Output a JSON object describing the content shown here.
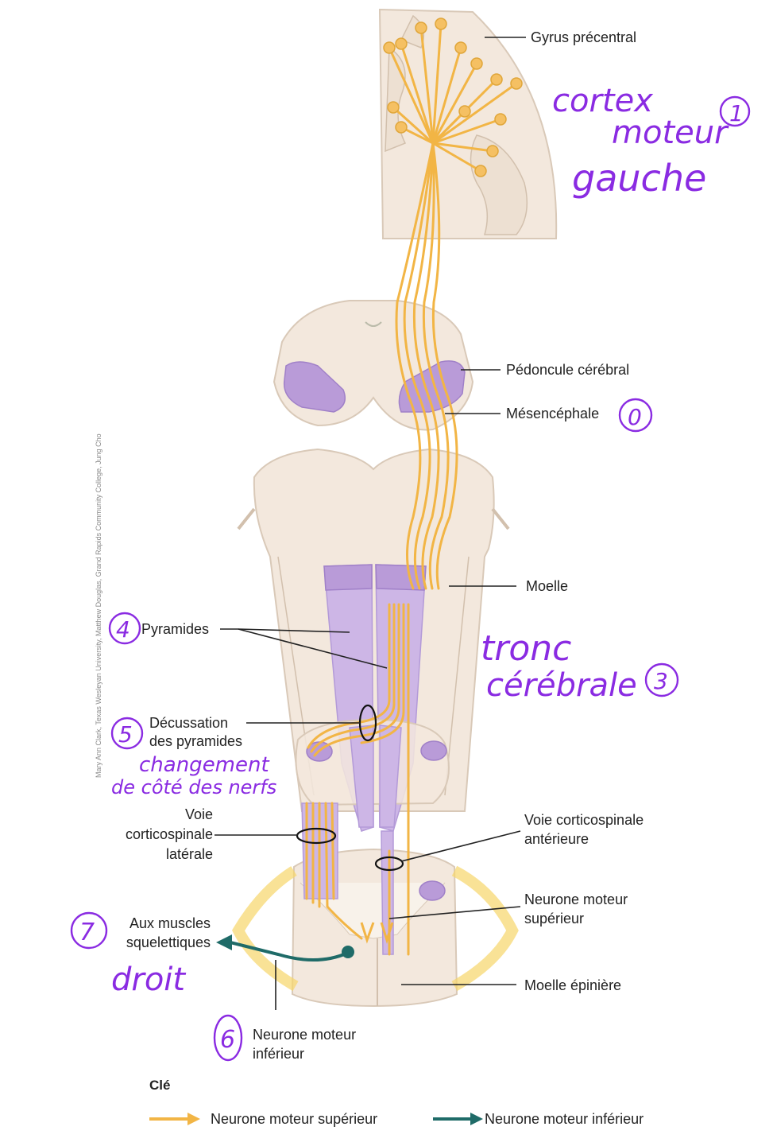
{
  "labels": {
    "gyrus": "Gyrus précentral",
    "pedoncule": "Pédoncule cérébral",
    "mesencephale": "Mésencéphale",
    "moelle": "Moelle",
    "pyramides": "Pyramides",
    "decussation_1": "Décussation",
    "decussation_2": "des pyramides",
    "voie_laterale_1": "Voie",
    "voie_laterale_2": "corticospinale",
    "voie_laterale_3": "latérale",
    "voie_anterieure_1": "Voie corticospinale",
    "voie_anterieure_2": "antérieure",
    "neurone_sup_1": "Neurone moteur",
    "neurone_sup_2": "supérieur",
    "muscles_1": "Aux muscles",
    "muscles_2": "squelettiques",
    "moelle_epiniere": "Moelle épinière",
    "neurone_inf_1": "Neurone moteur",
    "neurone_inf_2": "inférieur",
    "credit": "Mary Ann Clark, Texas Wesleyan University, Matthew Douglas, Grand Rapids Community College, Jung Cho"
  },
  "annotations": {
    "cortex_1": "cortex",
    "cortex_2": "moteur",
    "cortex_3": "gauche",
    "num_1": "1",
    "num_0": "0",
    "tronc_1": "tronc",
    "tronc_2": "cérébrale",
    "num_3": "3",
    "num_4": "4",
    "num_5": "5",
    "changement_1": "changement",
    "changement_2": "de côté des nerfs",
    "num_7": "7",
    "droit": "droit",
    "num_6": "6"
  },
  "legend": {
    "title": "Clé",
    "upper": "Neurone moteur supérieur",
    "lower": "Neurone moteur inférieur"
  },
  "colors": {
    "upper_neuron": "#f2b545",
    "lower_neuron": "#1f6b68",
    "tract": "#b99bd8",
    "handwriting": "#8a2be2"
  }
}
